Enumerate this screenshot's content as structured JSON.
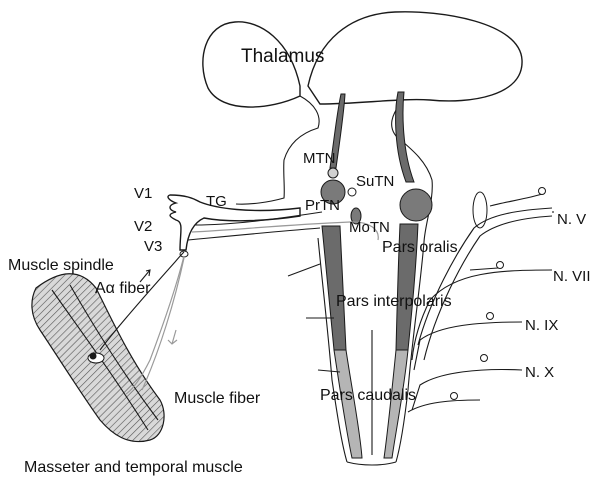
{
  "labels": {
    "thalamus": "Thalamus",
    "mtn": "MTN",
    "sutn": "SuTN",
    "prtn": "PrTN",
    "motn": "MoTN",
    "tg": "TG",
    "v1": "V1",
    "v2": "V2",
    "v3": "V3",
    "muscle_spindle": "Muscle spindle",
    "a_alpha_fiber": "Aα fiber",
    "muscle_fiber": "Muscle fiber",
    "pars_oralis": "Pars oralis",
    "pars_interpolaris": "Pars interpolaris",
    "pars_caudalis": "Pars caudalis",
    "n_v": "N. V",
    "n_vii": "N. VII",
    "n_ix": "N. IX",
    "n_x": "N. X",
    "caption": "Masseter and temporal muscle"
  },
  "colors": {
    "outline": "#1a1a1a",
    "tract_dark": "#6b6b6b",
    "tract_light": "#b5b5b5",
    "nucleus_fill": "#7a7a7a",
    "muscle_hatch": "#c8c8c8",
    "fiber_gray": "#9a9a9a",
    "background": "#ffffff"
  }
}
